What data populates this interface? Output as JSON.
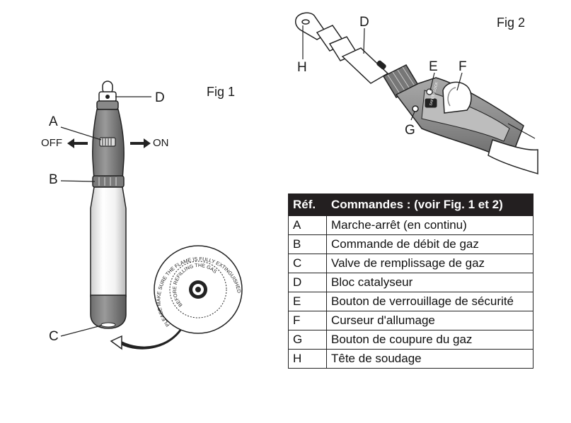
{
  "fig1": {
    "title": "Fig 1",
    "labels": {
      "a": "A",
      "b": "B",
      "c": "C",
      "d": "D"
    },
    "off_label": "OFF",
    "on_label": "ON",
    "seal": {
      "outer_text": "PLEASE MAKE SURE THE FLAME IS FULLY EXTINGUISHED",
      "inner_text": "BEFORE REFILLING THE GAS"
    }
  },
  "fig2": {
    "title": "Fig 2",
    "labels": {
      "d": "D",
      "e": "E",
      "f": "F",
      "g": "G",
      "h": "H"
    },
    "lock_text": "SAFETY LOCK"
  },
  "table": {
    "headers": {
      "ref": "Réf.",
      "controls": "Commandes : (voir Fig. 1 et 2)"
    },
    "rows": [
      {
        "ref": "A",
        "desc": "Marche-arrêt (en continu)"
      },
      {
        "ref": "B",
        "desc": "Commande de débit de gaz"
      },
      {
        "ref": "C",
        "desc": "Valve de remplissage de gaz"
      },
      {
        "ref": "D",
        "desc": "Bloc catalyseur"
      },
      {
        "ref": "E",
        "desc": "Bouton de verrouillage de sécurité"
      },
      {
        "ref": "F",
        "desc": "Curseur d'allumage"
      },
      {
        "ref": "G",
        "desc": "Bouton de coupure du gaz"
      },
      {
        "ref": "H",
        "desc": "Tête de soudage"
      }
    ]
  }
}
